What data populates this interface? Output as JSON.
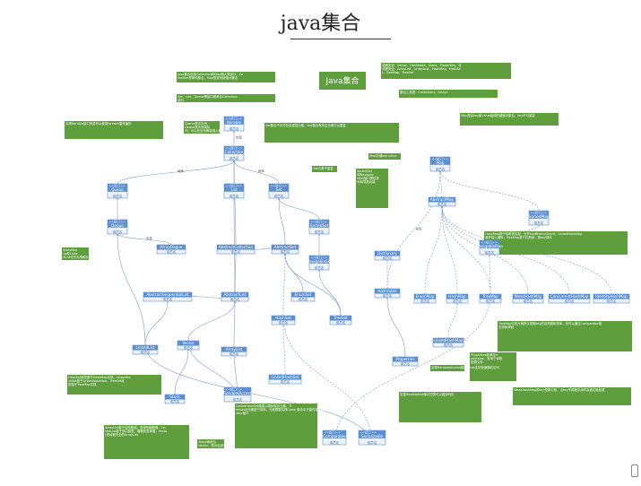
{
  "title": "java集合",
  "center": "Java集合",
  "colors": {
    "node_header": "#5b8fd0",
    "node_body": "#eaf1fb",
    "node_border": "#4a7bbf",
    "note": "#5e9e3c",
    "edge": "#7d9ec7",
    "center": "#5e9e3c"
  },
  "stereotype": "<<接口>>",
  "node_footer": "成员名",
  "nodes": [
    {
      "id": "iterable",
      "label": "Iterable",
      "iface": true
    },
    {
      "id": "collection",
      "label": "Collection",
      "iface": true
    },
    {
      "id": "list",
      "label": "List",
      "iface": true
    },
    {
      "id": "queue",
      "label": "Queue",
      "iface": true
    },
    {
      "id": "deque",
      "label": "Deque",
      "iface": true
    },
    {
      "id": "set",
      "label": "Set",
      "iface": true
    },
    {
      "id": "sortedset",
      "label": "SortedSet",
      "iface": true
    },
    {
      "id": "navigableset",
      "label": "NavigableSet",
      "iface": true
    },
    {
      "id": "map",
      "label": "Map",
      "iface": true
    },
    {
      "id": "sortedmap",
      "label": "SortedMap",
      "iface": true
    },
    {
      "id": "navigablemap",
      "label": "NavigableMap",
      "iface": true
    },
    {
      "id": "arraydeque",
      "label": "ArrayDeque",
      "iface": false
    },
    {
      "id": "abstractcollection",
      "label": "AbstractCollection",
      "iface": false
    },
    {
      "id": "abstractset",
      "label": "AbstractSet",
      "iface": false
    },
    {
      "id": "abstractmap",
      "label": "AbstractMap",
      "iface": false
    },
    {
      "id": "dictionary",
      "label": "Dictionary",
      "iface": false
    },
    {
      "id": "abstractsequentiallist",
      "label": "AbstractSequentialList",
      "iface": false
    },
    {
      "id": "abstractlist",
      "label": "AbstractList",
      "iface": false
    },
    {
      "id": "enumset",
      "label": "EnumSet",
      "iface": false
    },
    {
      "id": "hashset",
      "label": "HashSet",
      "iface": false
    },
    {
      "id": "treeset",
      "label": "TreeSet",
      "iface": false
    },
    {
      "id": "linkedhashset",
      "label": "LinkedHashSet",
      "iface": false
    },
    {
      "id": "hashtable",
      "label": "Hashtable",
      "iface": false
    },
    {
      "id": "properties",
      "label": "Properties",
      "iface": false
    },
    {
      "id": "enummap",
      "label": "EnumMap",
      "iface": false
    },
    {
      "id": "hashmap",
      "label": "HashMap",
      "iface": false
    },
    {
      "id": "treemap",
      "label": "TreeMap",
      "iface": false
    },
    {
      "id": "weakhashmap",
      "label": "WeakHashMap",
      "iface": false
    },
    {
      "id": "concurrenthashmap",
      "label": "ConcurrentHashMap",
      "iface": false
    },
    {
      "id": "identityhashmap",
      "label": "IdentityHashMap",
      "iface": false
    },
    {
      "id": "linkedhashmap",
      "label": "LinkedHashMap",
      "iface": false
    },
    {
      "id": "linkedlist",
      "label": "LinkedList",
      "iface": false
    },
    {
      "id": "vector",
      "label": "Vector",
      "iface": false
    },
    {
      "id": "arraylist",
      "label": "ArrayList",
      "iface": false
    },
    {
      "id": "stack",
      "label": "Stack",
      "iface": false
    },
    {
      "id": "randomaccess",
      "label": "RandomAccess",
      "iface": true
    },
    {
      "id": "comparable",
      "label": "Comparable",
      "iface": true
    },
    {
      "id": "serializable",
      "label": "Serializable",
      "iface": true
    }
  ],
  "edges": [
    [
      "collection",
      "iterable",
      "实现"
    ],
    [
      "list",
      "collection",
      ""
    ],
    [
      "queue",
      "collection",
      "继承"
    ],
    [
      "set",
      "collection",
      "继承"
    ],
    [
      "deque",
      "queue",
      ""
    ],
    [
      "sortedset",
      "set",
      ""
    ],
    [
      "navigableset",
      "sortedset",
      ""
    ],
    [
      "sortedmap",
      "map",
      ""
    ],
    [
      "navigablemap",
      "sortedmap",
      ""
    ],
    [
      "arraydeque",
      "deque",
      "实现"
    ],
    [
      "abstractcollection",
      "collection",
      ""
    ],
    [
      "abstractset",
      "abstractcollection",
      ""
    ],
    [
      "abstractset",
      "set",
      ""
    ],
    [
      "abstractlist",
      "abstractcollection",
      ""
    ],
    [
      "abstractlist",
      "list",
      ""
    ],
    [
      "abstractsequentiallist",
      "abstractlist",
      ""
    ],
    [
      "linkedlist",
      "abstractsequentiallist",
      ""
    ],
    [
      "linkedlist",
      "deque",
      ""
    ],
    [
      "arraylist",
      "abstractlist",
      ""
    ],
    [
      "vector",
      "abstractlist",
      ""
    ],
    [
      "stack",
      "vector",
      ""
    ],
    [
      "arraylist",
      "randomaccess",
      ""
    ],
    [
      "vector",
      "randomaccess",
      ""
    ],
    [
      "enumset",
      "abstractset",
      ""
    ],
    [
      "hashset",
      "abstractset",
      ""
    ],
    [
      "treeset",
      "abstractset",
      ""
    ],
    [
      "treeset",
      "navigableset",
      ""
    ],
    [
      "linkedhashset",
      "hashset",
      ""
    ],
    [
      "abstractmap",
      "map",
      ""
    ],
    [
      "hashtable",
      "dictionary",
      ""
    ],
    [
      "hashtable",
      "map",
      "实现"
    ],
    [
      "properties",
      "hashtable",
      ""
    ],
    [
      "enummap",
      "abstractmap",
      ""
    ],
    [
      "hashmap",
      "abstractmap",
      ""
    ],
    [
      "treemap",
      "abstractmap",
      ""
    ],
    [
      "treemap",
      "navigablemap",
      ""
    ],
    [
      "weakhashmap",
      "abstractmap",
      ""
    ],
    [
      "concurrenthashmap",
      "abstractmap",
      ""
    ],
    [
      "identityhashmap",
      "abstractmap",
      ""
    ],
    [
      "linkedhashmap",
      "hashmap",
      ""
    ],
    [
      "hashset",
      "serializable",
      ""
    ],
    [
      "linkedlist",
      "serializable",
      ""
    ],
    [
      "treemap",
      "comparable",
      ""
    ]
  ],
  "notes": [
    {
      "id": "n_top1",
      "text": "Java集合包含Collection和Map两大类接口，Collection是单列集合，Map是双列键值对集合"
    },
    {
      "id": "n_top2",
      "text": "Set、List、Queue等接口继承自Collection接口"
    },
    {
      "id": "n_safe",
      "text": "线程安全：Vector、Hashtable、Stack、Properties；非线程安全：ArrayList、LinkedList、HashMap、HashSet、TreeMap、TreeSet"
    },
    {
      "id": "n_tools",
      "text": "集合工具类：Collections、Arrays"
    },
    {
      "id": "n_iter",
      "text": "实现Iterable接口的类可以使用foreach循环遍历"
    },
    {
      "id": "n_queue",
      "text": "Queue表示队列，Deque表示双端队列，可以在队列两端插入和删除元素"
    },
    {
      "id": "n_set_desc",
      "text": "Set集合不允许包含重复元素，List集合有序且元素可以重复"
    },
    {
      "id": "n_set",
      "text": "Set元素不重复"
    },
    {
      "id": "n_map",
      "text": "Map是由key和value组成的键值对集合，key不可重复"
    },
    {
      "id": "n_mapkv",
      "text": "Map存储key-value"
    },
    {
      "id": "n_sorted",
      "text": "SortedSet和NavigableSet接口提供排序和导航功能"
    },
    {
      "id": "n_deque",
      "text": "ArrayDeque和LinkedList可作为栈和队列使用"
    },
    {
      "id": "n_hashmap",
      "text": "HashMap基于哈希表实现，允许key和value为null；LinkedHashMap维护插入顺序；TreeMap基于红黑树，按key排序"
    },
    {
      "id": "n_treemap",
      "text": "TreeMap中的元素默认按照key的自然顺序排序，也可以通过Comparator指定排序规则"
    },
    {
      "id": "n_hashset",
      "text": "HashSet底层基于HashMap实现，LinkedHashSet基于LinkedHashMap，TreeSet底层基于TreeMap实现"
    },
    {
      "id": "n_props",
      "text": "Properties继承自Hashtable，常用于读取配置文件"
    },
    {
      "id": "n_weak",
      "text": "WeakHashMap的key是弱引用，当key不再被引用时会被垃圾回收"
    },
    {
      "id": "n_list",
      "text": "ArrayList基于动态数组，查询快增删慢；LinkedList基于双向链表，增删快查询慢；Vector是线程安全的ArrayList"
    },
    {
      "id": "n_stack",
      "text": "Stack继承自Vector，表示后进先出的栈"
    },
    {
      "id": "n_linkedhs",
      "text": "LinkedHashSet按插入顺序保存元素，TreeSet对元素进行排序，元素需要实现Comparable接口"
    },
    {
      "id": "n_random",
      "text": "实现RandomAccess接口的List支持快速随机访问"
    },
    {
      "id": "n_ser",
      "text": "实现Serializable接口的类可以被序列化"
    },
    {
      "id": "n_misc",
      "text": "集合中只能存放对象"
    }
  ]
}
